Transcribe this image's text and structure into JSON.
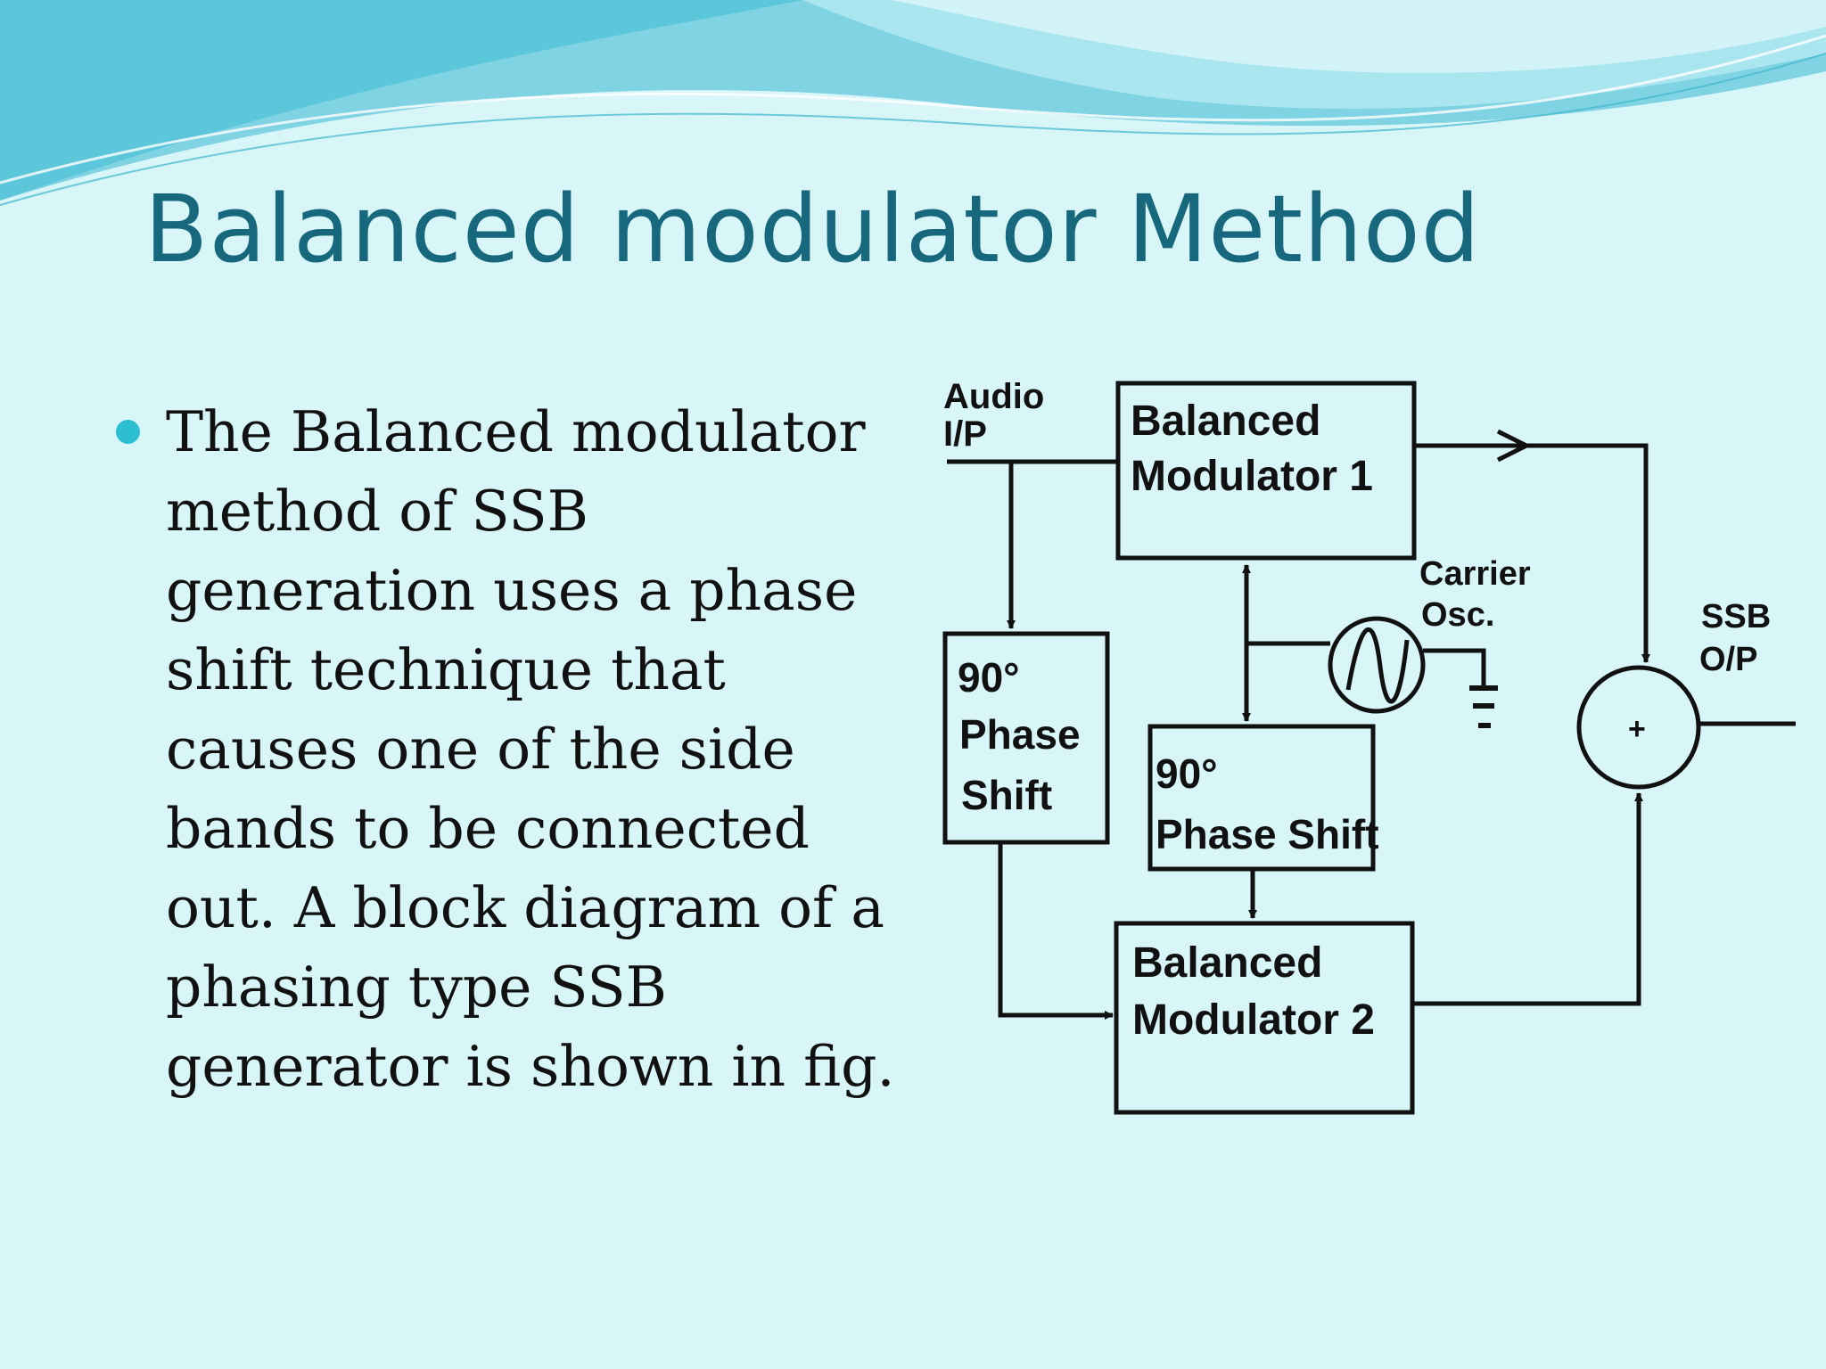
{
  "slide": {
    "title": "Balanced modulator Method",
    "bullet_lines": [
      "The Balanced modulator",
      "method of SSB",
      "generation uses a phase",
      "shift technique that",
      "causes one of the side",
      "bands to be connected",
      "out. A block diagram of a",
      "phasing type SSB",
      "generator is shown in fig."
    ]
  },
  "diagram": {
    "audio_in": [
      "Audio",
      "I/P"
    ],
    "balanced_modulator_1": [
      "Balanced",
      "Modulator 1"
    ],
    "balanced_modulator_2": [
      "Balanced",
      "Modulator 2"
    ],
    "phase_shift_left": [
      "90°",
      "Phase",
      "Shift"
    ],
    "phase_shift_right": [
      "90°",
      "Phase Shift"
    ],
    "carrier_osc": [
      "Carrier",
      "Osc."
    ],
    "ssb_out": [
      "SSB",
      "O/P"
    ],
    "adder_symbol": "+"
  },
  "colors": {
    "title": "#17687d",
    "bullet": "#2bbfd1",
    "background": "#d8f5f8",
    "wave_dark": "#4ec3d8",
    "wave_light": "#9ee4ef"
  }
}
